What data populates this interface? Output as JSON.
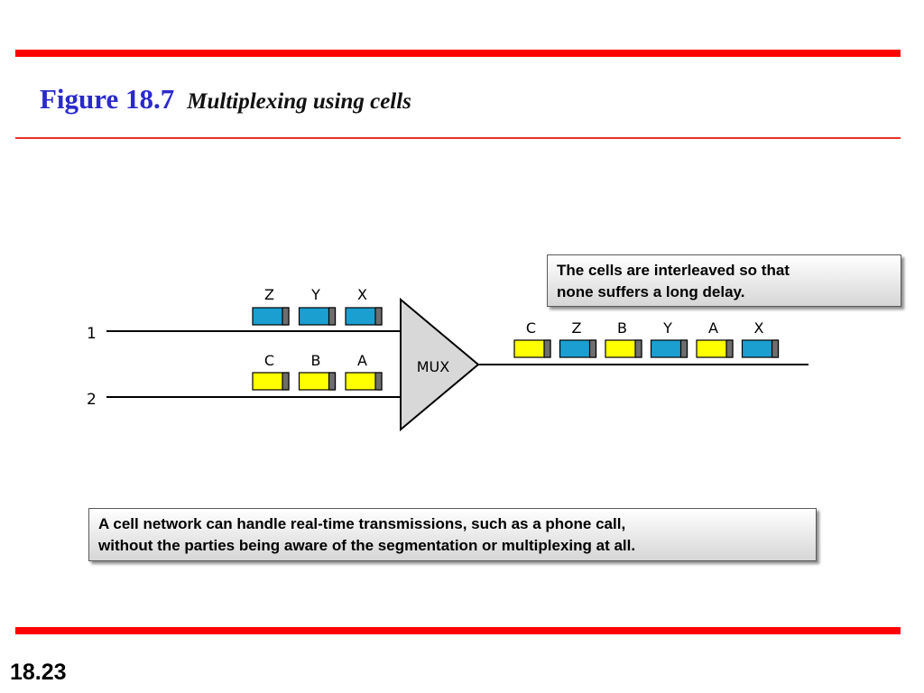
{
  "title": {
    "number": "Figure 18.7",
    "caption": "Multiplexing using cells"
  },
  "colors": {
    "accent_red": "#ff0000",
    "title_blue": "#2a2acc",
    "cell_blue": "#1a9fd0",
    "cell_yellow": "#ffff00",
    "cell_tag": "#6e6e6e",
    "mux_fill": "#d8d8d8"
  },
  "diagram": {
    "mux_label": "MUX",
    "input_lines": [
      {
        "label": "1",
        "cells": [
          {
            "label": "Z",
            "color": "blue"
          },
          {
            "label": "Y",
            "color": "blue"
          },
          {
            "label": "X",
            "color": "blue"
          }
        ]
      },
      {
        "label": "2",
        "cells": [
          {
            "label": "C",
            "color": "yellow"
          },
          {
            "label": "B",
            "color": "yellow"
          },
          {
            "label": "A",
            "color": "yellow"
          }
        ]
      }
    ],
    "output_cells": [
      {
        "label": "C",
        "color": "yellow"
      },
      {
        "label": "Z",
        "color": "blue"
      },
      {
        "label": "B",
        "color": "yellow"
      },
      {
        "label": "Y",
        "color": "blue"
      },
      {
        "label": "A",
        "color": "yellow"
      },
      {
        "label": "X",
        "color": "blue"
      }
    ]
  },
  "callouts": {
    "top": [
      "The cells are interleaved so that",
      "none suffers a long delay."
    ],
    "bottom": [
      "A cell network can handle real-time transmissions, such as a phone call,",
      "without the parties being aware of the segmentation or multiplexing at all."
    ]
  },
  "slide_number": "18.23"
}
